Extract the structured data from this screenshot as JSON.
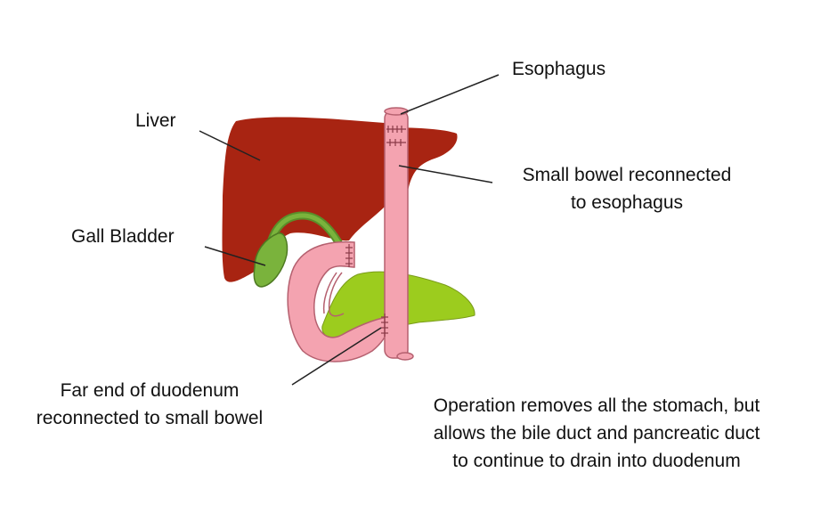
{
  "labels": {
    "esophagus": "Esophagus",
    "liver": "Liver",
    "small_bowel": [
      "Small bowel reconnected",
      "to esophagus"
    ],
    "gall_bladder": "Gall Bladder",
    "duodenum": [
      "Far end of duodenum",
      "reconnected to small bowel"
    ],
    "note": [
      "Operation removes all the stomach, but",
      "allows the bile duct and pancreatic duct",
      "to continue to drain into duodenum"
    ]
  },
  "colors": {
    "liver": "#a82412",
    "gall_bladder": "#7ab33c",
    "pancreas": "#9ccc1e",
    "bowel": "#f4a3b0",
    "bowel_outline": "#b5606f",
    "leader_line": "#222222"
  }
}
